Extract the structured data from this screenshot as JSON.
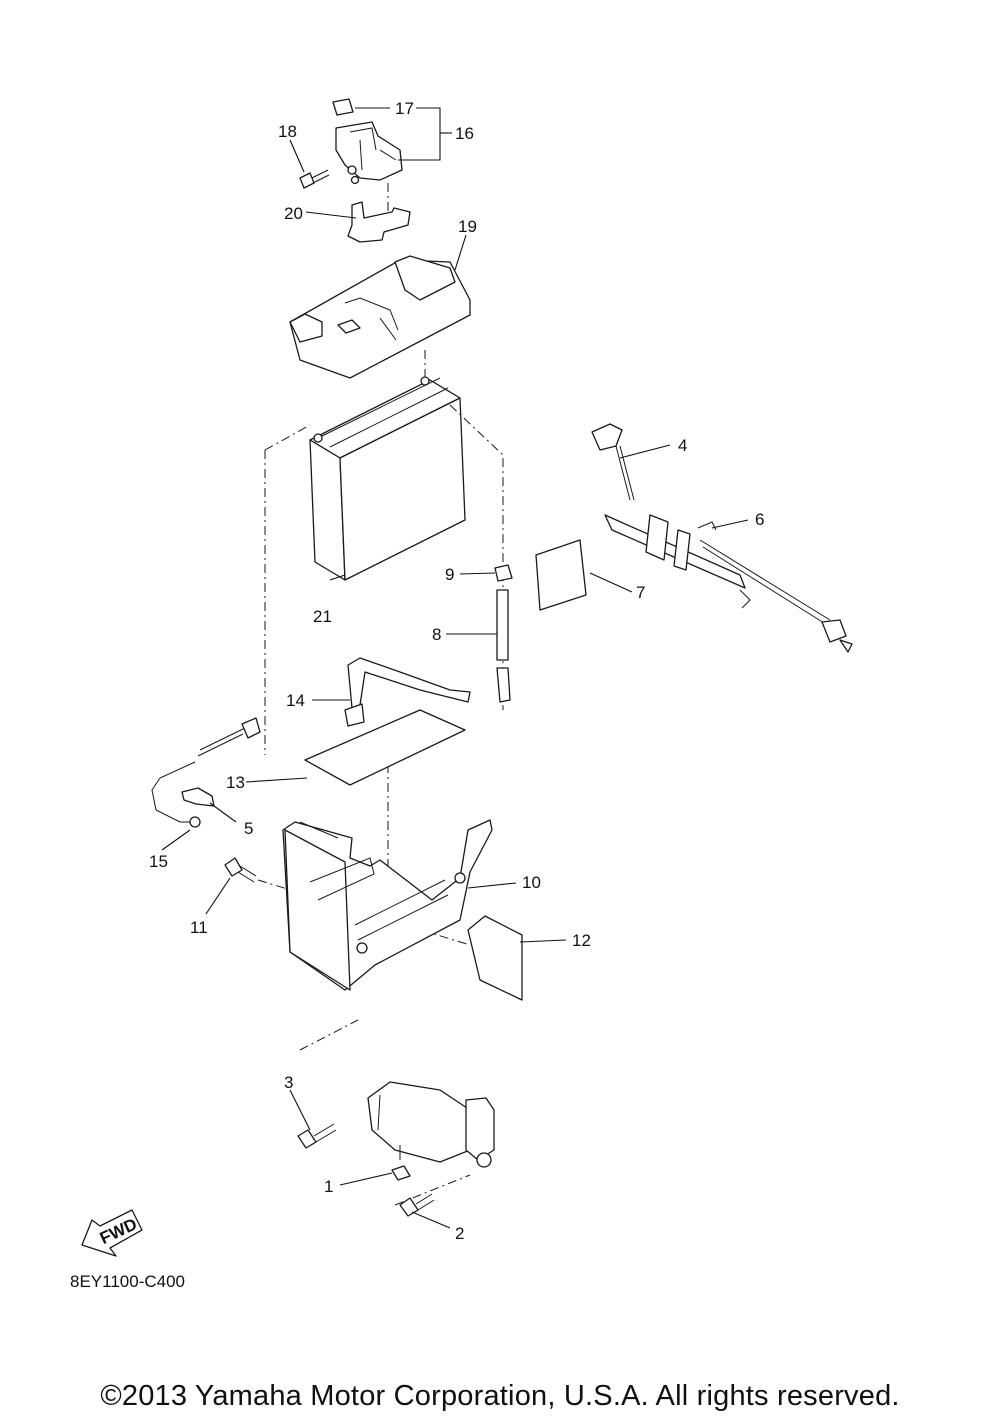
{
  "diagram": {
    "code": "8EY1100-C400",
    "copyright": "©2013 Yamaha Motor Corporation, U.S.A. All rights reserved.",
    "fwd_label": "FWD",
    "callouts": {
      "c1": "1",
      "c2": "2",
      "c3": "3",
      "c4": "4",
      "c5": "5",
      "c6": "6",
      "c7": "7",
      "c8": "8",
      "c9": "9",
      "c10": "10",
      "c11": "11",
      "c12": "12",
      "c13": "13",
      "c14": "14",
      "c15": "15",
      "c16": "16",
      "c17": "17",
      "c18": "18",
      "c19": "19",
      "c20": "20",
      "c21": "21"
    }
  }
}
